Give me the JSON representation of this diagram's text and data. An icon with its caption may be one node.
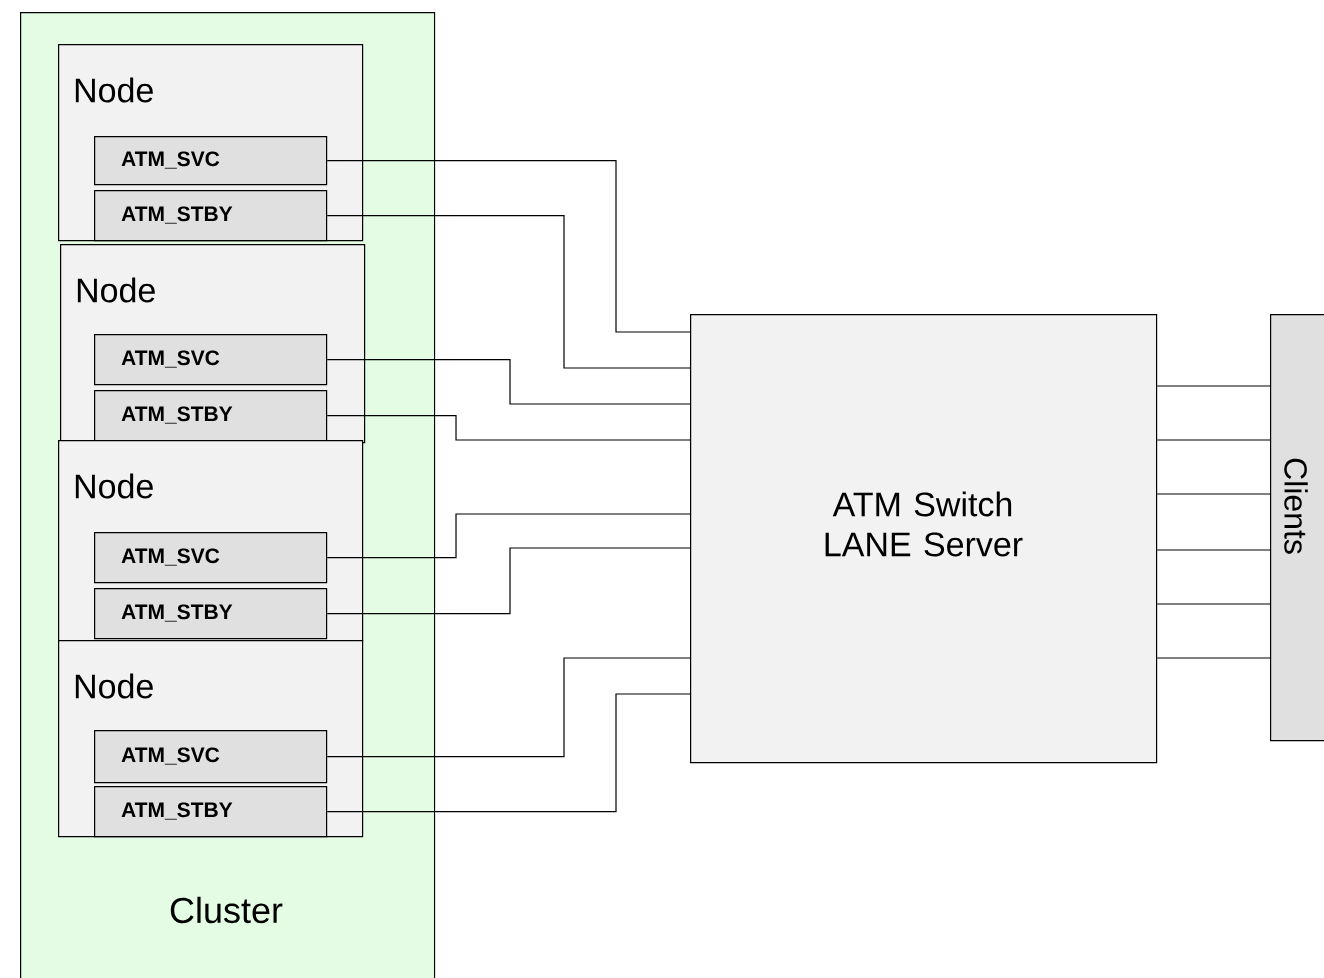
{
  "diagram": {
    "nodes": [
      {
        "text": [
          "Cluster"
        ]
      },
      {
        "text": [
          "Node"
        ],
        "in": 0
      },
      {
        "text": [
          "ATM_SVC"
        ],
        "in": 1
      },
      {
        "text": [
          "ATM_STBY"
        ],
        "in": 1
      },
      {
        "text": [
          "Node"
        ],
        "in": 0
      },
      {
        "text": [
          "ATM_SVC"
        ],
        "in": 4
      },
      {
        "text": [
          "ATM_STBY"
        ],
        "in": 4
      },
      {
        "text": [
          "Node"
        ],
        "in": 0
      },
      {
        "text": [
          "ATM_SVC"
        ],
        "in": 7
      },
      {
        "text": [
          "ATM_STBY"
        ],
        "in": 7
      },
      {
        "text": [
          "Node"
        ],
        "in": 0
      },
      {
        "text": [
          "ATM_SVC"
        ],
        "in": 10
      },
      {
        "text": [
          "ATM_STBY"
        ],
        "in": 10
      },
      {
        "text": [
          "ATM Switch LANE Server"
        ]
      },
      {
        "text": [
          "Clients"
        ]
      }
    ],
    "edges": [
      {
        "from": 2,
        "to": 13,
        "arrow": "none"
      },
      {
        "from": 3,
        "to": 13,
        "arrow": "none"
      },
      {
        "from": 5,
        "to": 13,
        "arrow": "none"
      },
      {
        "from": 6,
        "to": 13,
        "arrow": "none"
      },
      {
        "from": 8,
        "to": 13,
        "arrow": "none"
      },
      {
        "from": 9,
        "to": 13,
        "arrow": "none"
      },
      {
        "from": 11,
        "to": 13,
        "arrow": "none"
      },
      {
        "from": 12,
        "to": 13,
        "arrow": "none"
      },
      {
        "from": 13,
        "to": 14,
        "arrow": "none"
      },
      {
        "from": 13,
        "to": 14,
        "arrow": "none"
      },
      {
        "from": 13,
        "to": 14,
        "arrow": "none"
      },
      {
        "from": 13,
        "to": 14,
        "arrow": "none"
      },
      {
        "from": 13,
        "to": 14,
        "arrow": "none"
      },
      {
        "from": 13,
        "to": 14,
        "arrow": "none"
      }
    ]
  }
}
